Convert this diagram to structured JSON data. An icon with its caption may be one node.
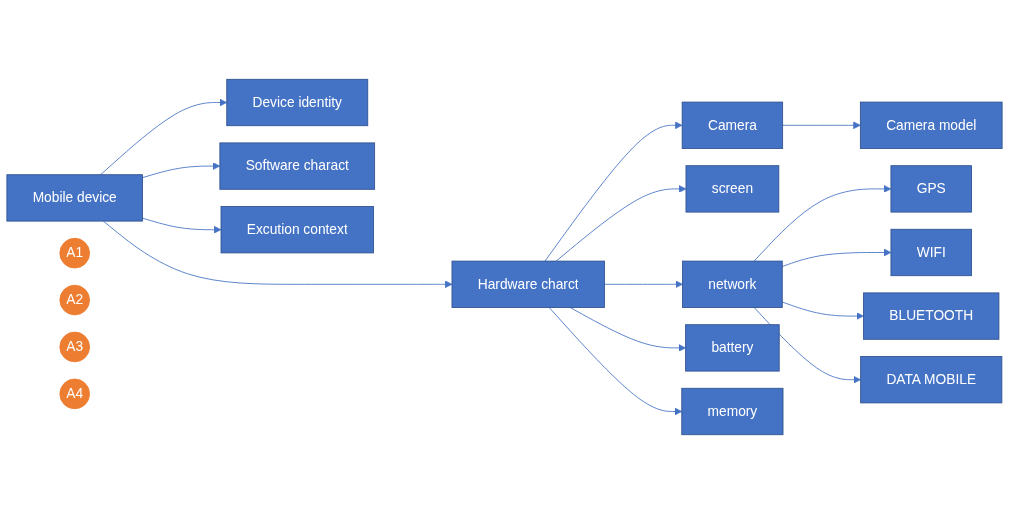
{
  "diagram": {
    "nodes": [
      {
        "text": [
          "Mobile device"
        ]
      },
      {
        "text": [
          "A1"
        ]
      },
      {
        "text": [
          "Device identity"
        ]
      },
      {
        "text": [
          "A2"
        ]
      },
      {
        "text": [
          "Software charact"
        ]
      },
      {
        "text": [
          "A3"
        ]
      },
      {
        "text": [
          "Hardware charct"
        ]
      },
      {
        "text": [
          "A4"
        ]
      },
      {
        "text": [
          "Excution context"
        ]
      },
      {
        "text": [
          "Camera"
        ]
      },
      {
        "text": [
          "Camera model"
        ]
      },
      {
        "text": [
          "screen"
        ]
      },
      {
        "text": [
          "network"
        ]
      },
      {
        "text": [
          "battery"
        ]
      },
      {
        "text": [
          "memory"
        ]
      },
      {
        "text": [
          "GPS"
        ]
      },
      {
        "text": [
          "WIFI"
        ]
      },
      {
        "text": [
          "BLUETOOTH"
        ]
      },
      {
        "text": [
          "DATA MOBILE"
        ]
      }
    ],
    "edges": [
      {
        "from": 0,
        "to": 2,
        "arrow": "to"
      },
      {
        "from": 0,
        "to": 4,
        "arrow": "to"
      },
      {
        "from": 0,
        "to": 6,
        "arrow": "to"
      },
      {
        "from": 0,
        "to": 8,
        "arrow": "to"
      },
      {
        "from": 6,
        "to": 9,
        "arrow": "to"
      },
      {
        "from": 9,
        "to": 10,
        "arrow": "to"
      },
      {
        "from": 6,
        "to": 11,
        "arrow": "to"
      },
      {
        "from": 6,
        "to": 12,
        "arrow": "to"
      },
      {
        "from": 6,
        "to": 13,
        "arrow": "to"
      },
      {
        "from": 6,
        "to": 14,
        "arrow": "to"
      },
      {
        "from": 12,
        "to": 15,
        "arrow": "to"
      },
      {
        "from": 12,
        "to": 16,
        "arrow": "to"
      },
      {
        "from": 12,
        "to": 17,
        "arrow": "to"
      },
      {
        "from": 12,
        "to": 18,
        "arrow": "to"
      }
    ]
  }
}
